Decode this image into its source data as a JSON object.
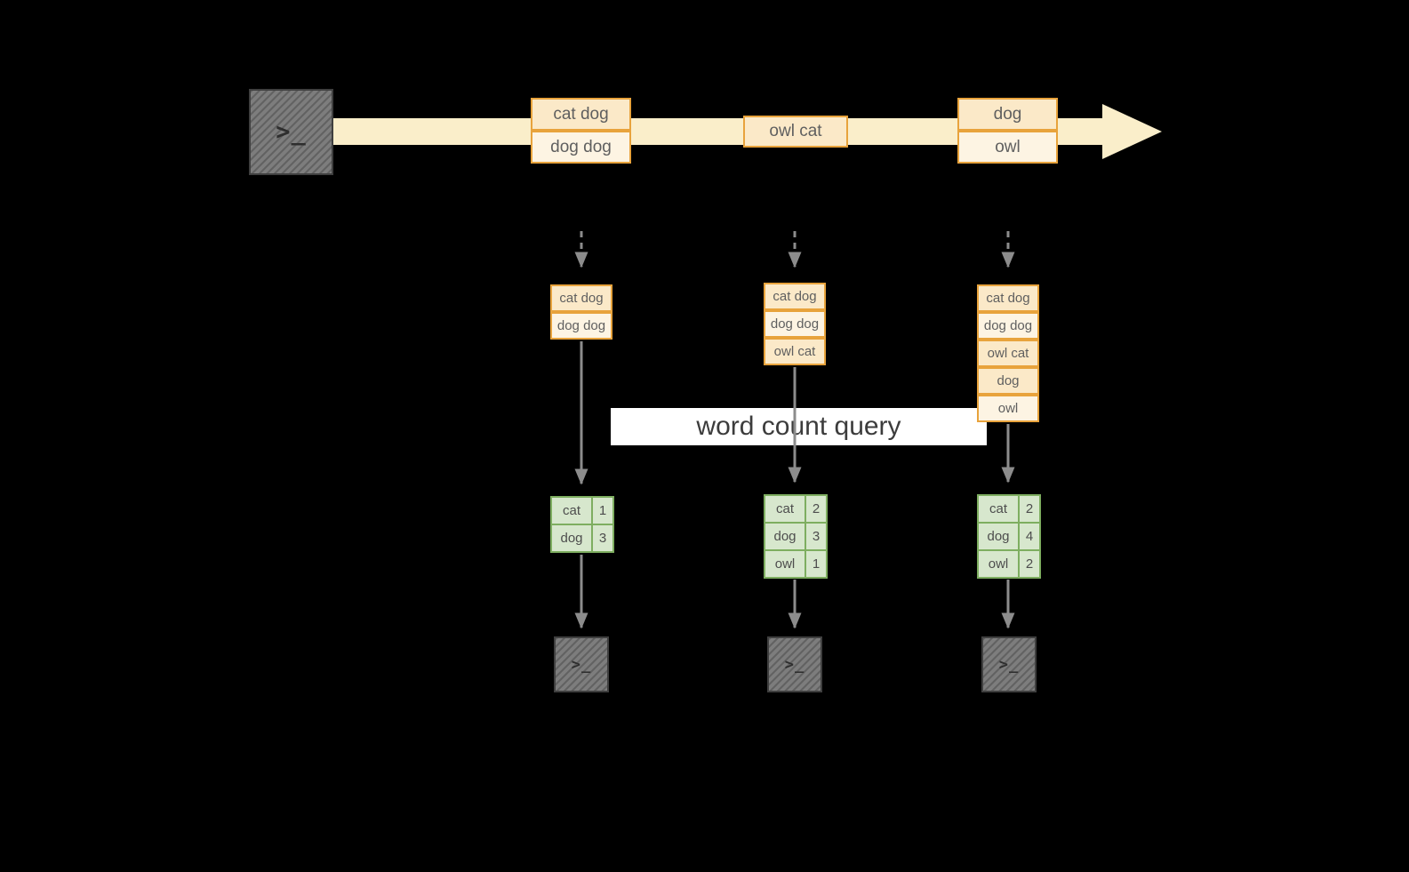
{
  "banner": {
    "label": "word count query"
  },
  "icons": {
    "terminal_glyph": ">_"
  },
  "stream": {
    "events": [
      {
        "lines": [
          "cat dog",
          "dog dog"
        ]
      },
      {
        "lines": [
          "owl cat"
        ]
      },
      {
        "lines": [
          "dog",
          "owl"
        ]
      }
    ]
  },
  "columns": [
    {
      "state": [
        "cat dog",
        "dog dog"
      ],
      "counts": [
        {
          "word": "cat",
          "count": "1"
        },
        {
          "word": "dog",
          "count": "3"
        }
      ]
    },
    {
      "state": [
        "cat dog",
        "dog dog",
        "owl cat"
      ],
      "counts": [
        {
          "word": "cat",
          "count": "2"
        },
        {
          "word": "dog",
          "count": "3"
        },
        {
          "word": "owl",
          "count": "1"
        }
      ]
    },
    {
      "state": [
        "cat dog",
        "dog dog",
        "owl cat",
        "dog",
        "owl"
      ],
      "counts": [
        {
          "word": "cat",
          "count": "2"
        },
        {
          "word": "dog",
          "count": "4"
        },
        {
          "word": "owl",
          "count": "2"
        }
      ]
    }
  ],
  "colors": {
    "stream_arrow": "#faeeca",
    "event_box_border": "#e8a33c",
    "event_box_fill": "#fbe9c8",
    "table_border": "#7eae60",
    "table_fill": "#d7e7cd",
    "flow_arrow": "#8c8c8c",
    "banner_bg": "#ffffff",
    "background": "#000000"
  }
}
